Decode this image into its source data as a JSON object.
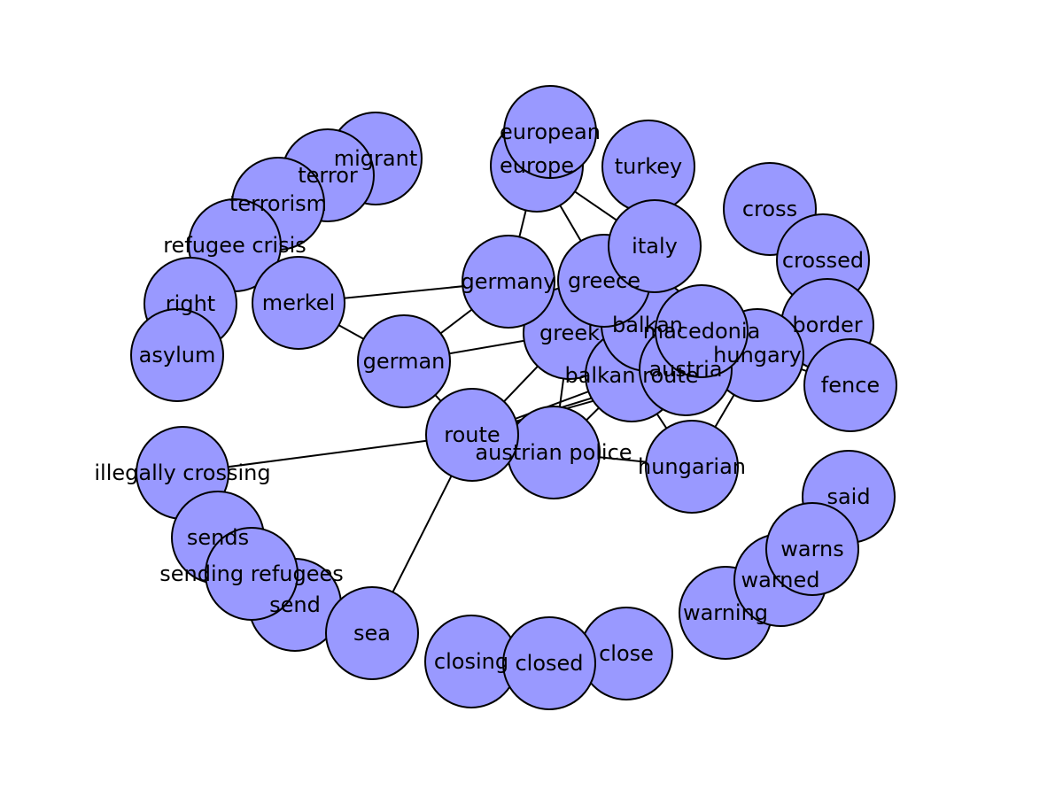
{
  "colors": {
    "node_fill": "#9999ff",
    "node_stroke": "#000000",
    "edge": "#000000",
    "background": "#ffffff"
  },
  "nodes": [
    {
      "id": "europe",
      "label": "europe"
    },
    {
      "id": "european",
      "label": "european"
    },
    {
      "id": "turkey",
      "label": "turkey"
    },
    {
      "id": "migrant",
      "label": "migrant"
    },
    {
      "id": "terror",
      "label": "terror"
    },
    {
      "id": "terrorism",
      "label": "terrorism"
    },
    {
      "id": "refugee-crisis",
      "label": "refugee crisis"
    },
    {
      "id": "right",
      "label": "right"
    },
    {
      "id": "asylum",
      "label": "asylum"
    },
    {
      "id": "merkel",
      "label": "merkel"
    },
    {
      "id": "cross",
      "label": "cross"
    },
    {
      "id": "crossed",
      "label": "crossed"
    },
    {
      "id": "border",
      "label": "border"
    },
    {
      "id": "fence",
      "label": "fence"
    },
    {
      "id": "hungary",
      "label": "hungary"
    },
    {
      "id": "greek",
      "label": "greek"
    },
    {
      "id": "balkan-route",
      "label": "balkan route"
    },
    {
      "id": "balkan",
      "label": "balkan"
    },
    {
      "id": "austria",
      "label": "austria"
    },
    {
      "id": "macedonia",
      "label": "macedonia"
    },
    {
      "id": "germany",
      "label": "germany"
    },
    {
      "id": "greece",
      "label": "greece"
    },
    {
      "id": "italy",
      "label": "italy"
    },
    {
      "id": "german",
      "label": "german"
    },
    {
      "id": "austrian-police",
      "label": "austrian police"
    },
    {
      "id": "hungarian",
      "label": "hungarian"
    },
    {
      "id": "route",
      "label": "route"
    },
    {
      "id": "illegally-crossing",
      "label": "illegally crossing"
    },
    {
      "id": "sends",
      "label": "sends"
    },
    {
      "id": "send",
      "label": "send"
    },
    {
      "id": "sending-refugees",
      "label": "sending refugees"
    },
    {
      "id": "sea",
      "label": "sea"
    },
    {
      "id": "closing",
      "label": "closing"
    },
    {
      "id": "close",
      "label": "close"
    },
    {
      "id": "closed",
      "label": "closed"
    },
    {
      "id": "said",
      "label": "said"
    },
    {
      "id": "warning",
      "label": "warning"
    },
    {
      "id": "warned",
      "label": "warned"
    },
    {
      "id": "warns",
      "label": "warns"
    }
  ],
  "edges": [
    [
      "merkel",
      "germany"
    ],
    [
      "merkel",
      "german"
    ],
    [
      "german",
      "germany"
    ],
    [
      "german",
      "greek"
    ],
    [
      "german",
      "route"
    ],
    [
      "germany",
      "europe"
    ],
    [
      "europe",
      "greece"
    ],
    [
      "europe",
      "italy"
    ],
    [
      "route",
      "greek"
    ],
    [
      "route",
      "balkan-route"
    ],
    [
      "route",
      "austria"
    ],
    [
      "route",
      "hungary"
    ],
    [
      "route",
      "illegally-crossing"
    ],
    [
      "route",
      "sea"
    ],
    [
      "austrian-police",
      "greek"
    ],
    [
      "austrian-police",
      "balkan-route"
    ],
    [
      "austrian-police",
      "hungarian"
    ],
    [
      "hungarian",
      "hungary"
    ],
    [
      "hungarian",
      "balkan-route"
    ],
    [
      "hungary",
      "fence"
    ],
    [
      "hungary",
      "border"
    ],
    [
      "greece",
      "balkan"
    ],
    [
      "greece",
      "greek"
    ],
    [
      "italy",
      "balkan"
    ],
    [
      "balkan",
      "macedonia"
    ],
    [
      "macedonia",
      "hungary"
    ]
  ]
}
